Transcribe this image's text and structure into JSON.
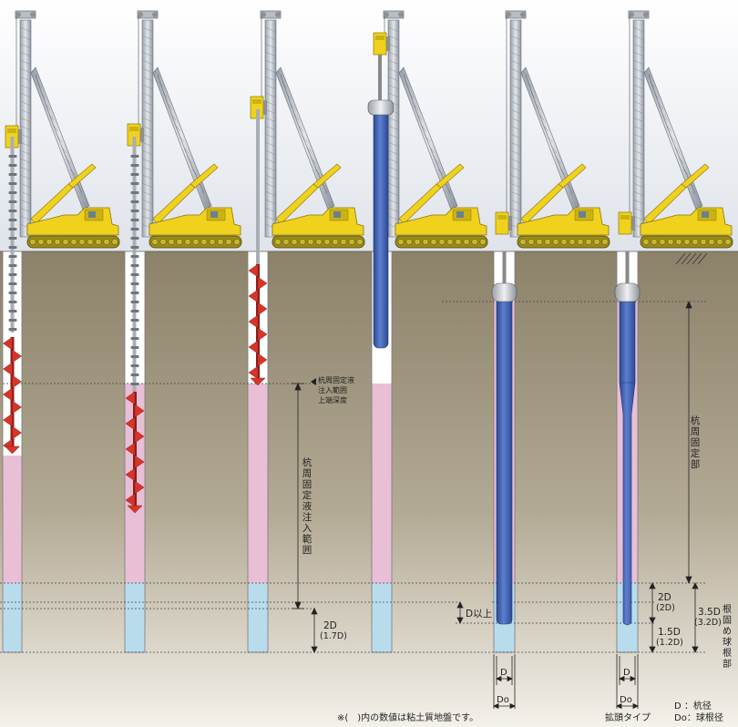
{
  "labels": {
    "injection_top": [
      "杭周固定液",
      "注入範囲",
      "上端深度"
    ],
    "injection_range": "杭周固定液注入範囲",
    "pile_fixed": "杭周固定部",
    "root_fixed": "根固め球根部",
    "d2_main": "2D",
    "d2_sub": "(1.7D)",
    "d_ijo": "D以上",
    "d2b_main": "2D",
    "d2b_sub": "(2D)",
    "d35_main": "3.5D",
    "d35_sub": "(3.2D)",
    "d15_main": "1.5D",
    "d15_sub": "(1.2D)",
    "dim_D_1": "D",
    "dim_Do_1": "Do",
    "dim_D_2": "D",
    "dim_Do_2": "Do",
    "expand_type": "拡頭タイプ",
    "footnote": "※(　)内の数値は粘土質地盤です。",
    "legend_D": "D ：杭径",
    "legend_Do": "Do：球根径"
  },
  "colors": {
    "soil": "#948a73",
    "pink": "#e9bfd6",
    "blue": "#b9dced",
    "pile": "#3e5fae",
    "auger": "#d9342a",
    "machine": "#f0d21e"
  }
}
